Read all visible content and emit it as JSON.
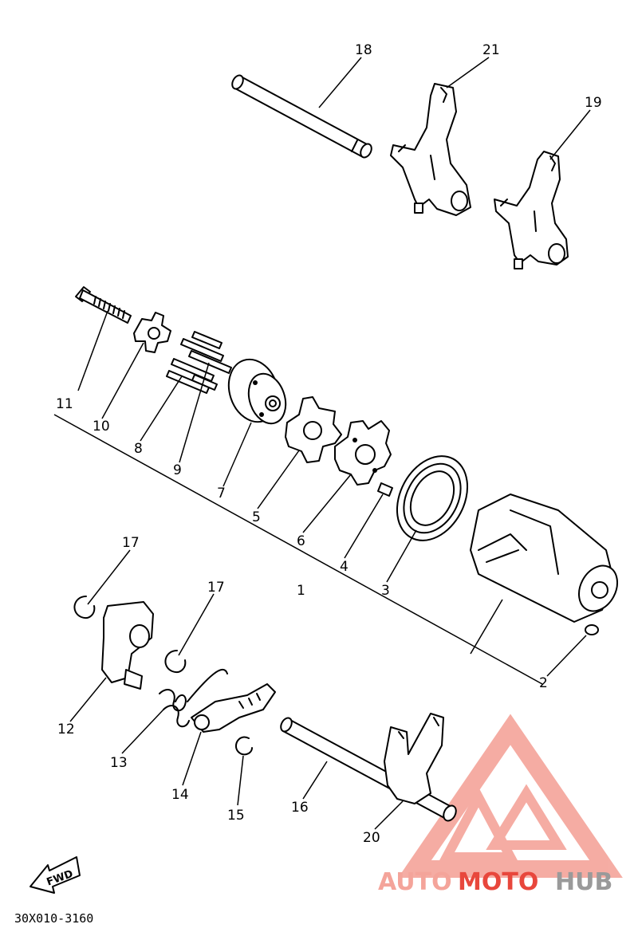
{
  "diagram": {
    "labels": {
      "p1": "1",
      "p2": "2",
      "p3": "3",
      "p4": "4",
      "p5": "5",
      "p6": "6",
      "p7": "7",
      "p8": "8",
      "p9": "9",
      "p10": "10",
      "p11": "11",
      "p12": "12",
      "p13": "13",
      "p14": "14",
      "p15": "15",
      "p16": "16",
      "p17a": "17",
      "p17b": "17",
      "p18": "18",
      "p19": "19",
      "p20": "20",
      "p21": "21"
    },
    "fwd_label": "FWD",
    "drawing_code": "30X010-3160"
  },
  "watermark": {
    "text_a": "AUTO",
    "text_b": "MOTO",
    "text_c": "HUB",
    "colors": {
      "salmon": "#f4a49a",
      "red": "#e8473c",
      "gray": "#9a9a9a"
    }
  }
}
